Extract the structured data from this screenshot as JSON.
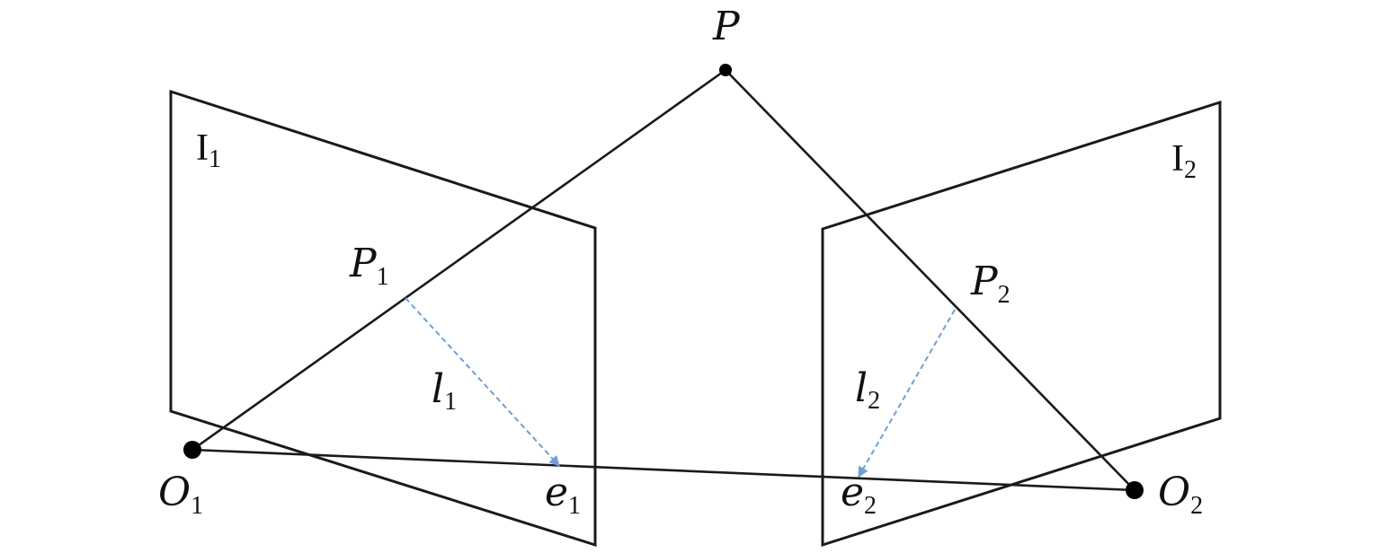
{
  "points": {
    "P": "P",
    "P1": {
      "base": "P",
      "sub": "1"
    },
    "P2": {
      "base": "P",
      "sub": "2"
    },
    "O1": {
      "base": "O",
      "sub": "1"
    },
    "O2": {
      "base": "O",
      "sub": "2"
    },
    "e1": {
      "base": "e",
      "sub": "1"
    },
    "e2": {
      "base": "e",
      "sub": "2"
    }
  },
  "planes": {
    "I1": {
      "base": "I",
      "sub": "1"
    },
    "I2": {
      "base": "I",
      "sub": "2"
    }
  },
  "epipolar_lines": {
    "l1": {
      "base": "l",
      "sub": "1"
    },
    "l2": {
      "base": "l",
      "sub": "2"
    }
  },
  "colors": {
    "stroke": "#1a1a1a",
    "epipolar_line": "#6f9fd8",
    "point": "#000000"
  }
}
